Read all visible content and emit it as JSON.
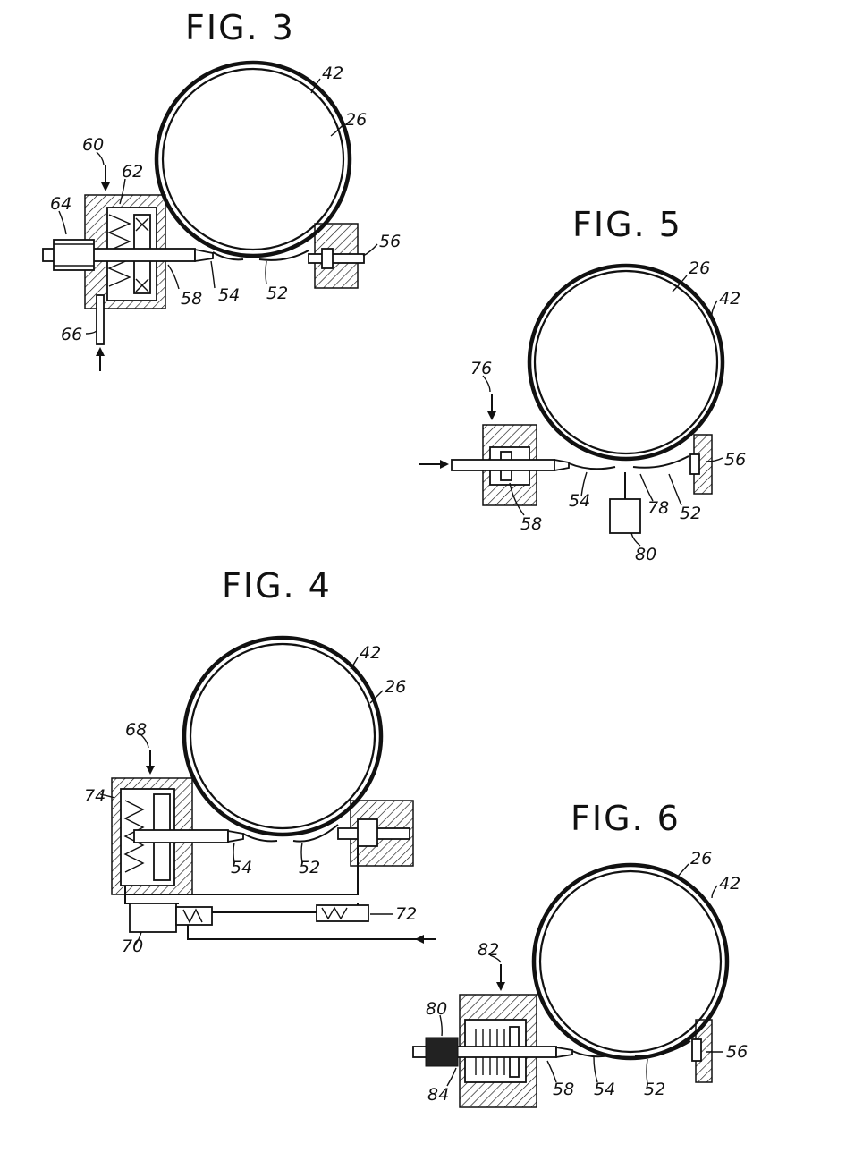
{
  "figures": {
    "fig3": {
      "title": "FIG. 3",
      "labels": {
        "l42": "42",
        "l26": "26",
        "l60": "60",
        "l62": "62",
        "l64": "64",
        "l56": "56",
        "l58": "58",
        "l54": "54",
        "l52": "52",
        "l66": "66"
      }
    },
    "fig5": {
      "title": "FIG. 5",
      "labels": {
        "l26": "26",
        "l42": "42",
        "l76": "76",
        "l56": "56",
        "l54": "54",
        "l78": "78",
        "l52": "52",
        "l58": "58",
        "l80": "80"
      }
    },
    "fig4": {
      "title": "FIG. 4",
      "labels": {
        "l42": "42",
        "l26": "26",
        "l68": "68",
        "l74": "74",
        "l54": "54",
        "l52": "52",
        "l72": "72",
        "l70": "70"
      }
    },
    "fig6": {
      "title": "FIG. 6",
      "labels": {
        "l26": "26",
        "l42": "42",
        "l82": "82",
        "l80": "80",
        "l56": "56",
        "l58": "58",
        "l54": "54",
        "l52": "52",
        "l84": "84"
      }
    }
  }
}
